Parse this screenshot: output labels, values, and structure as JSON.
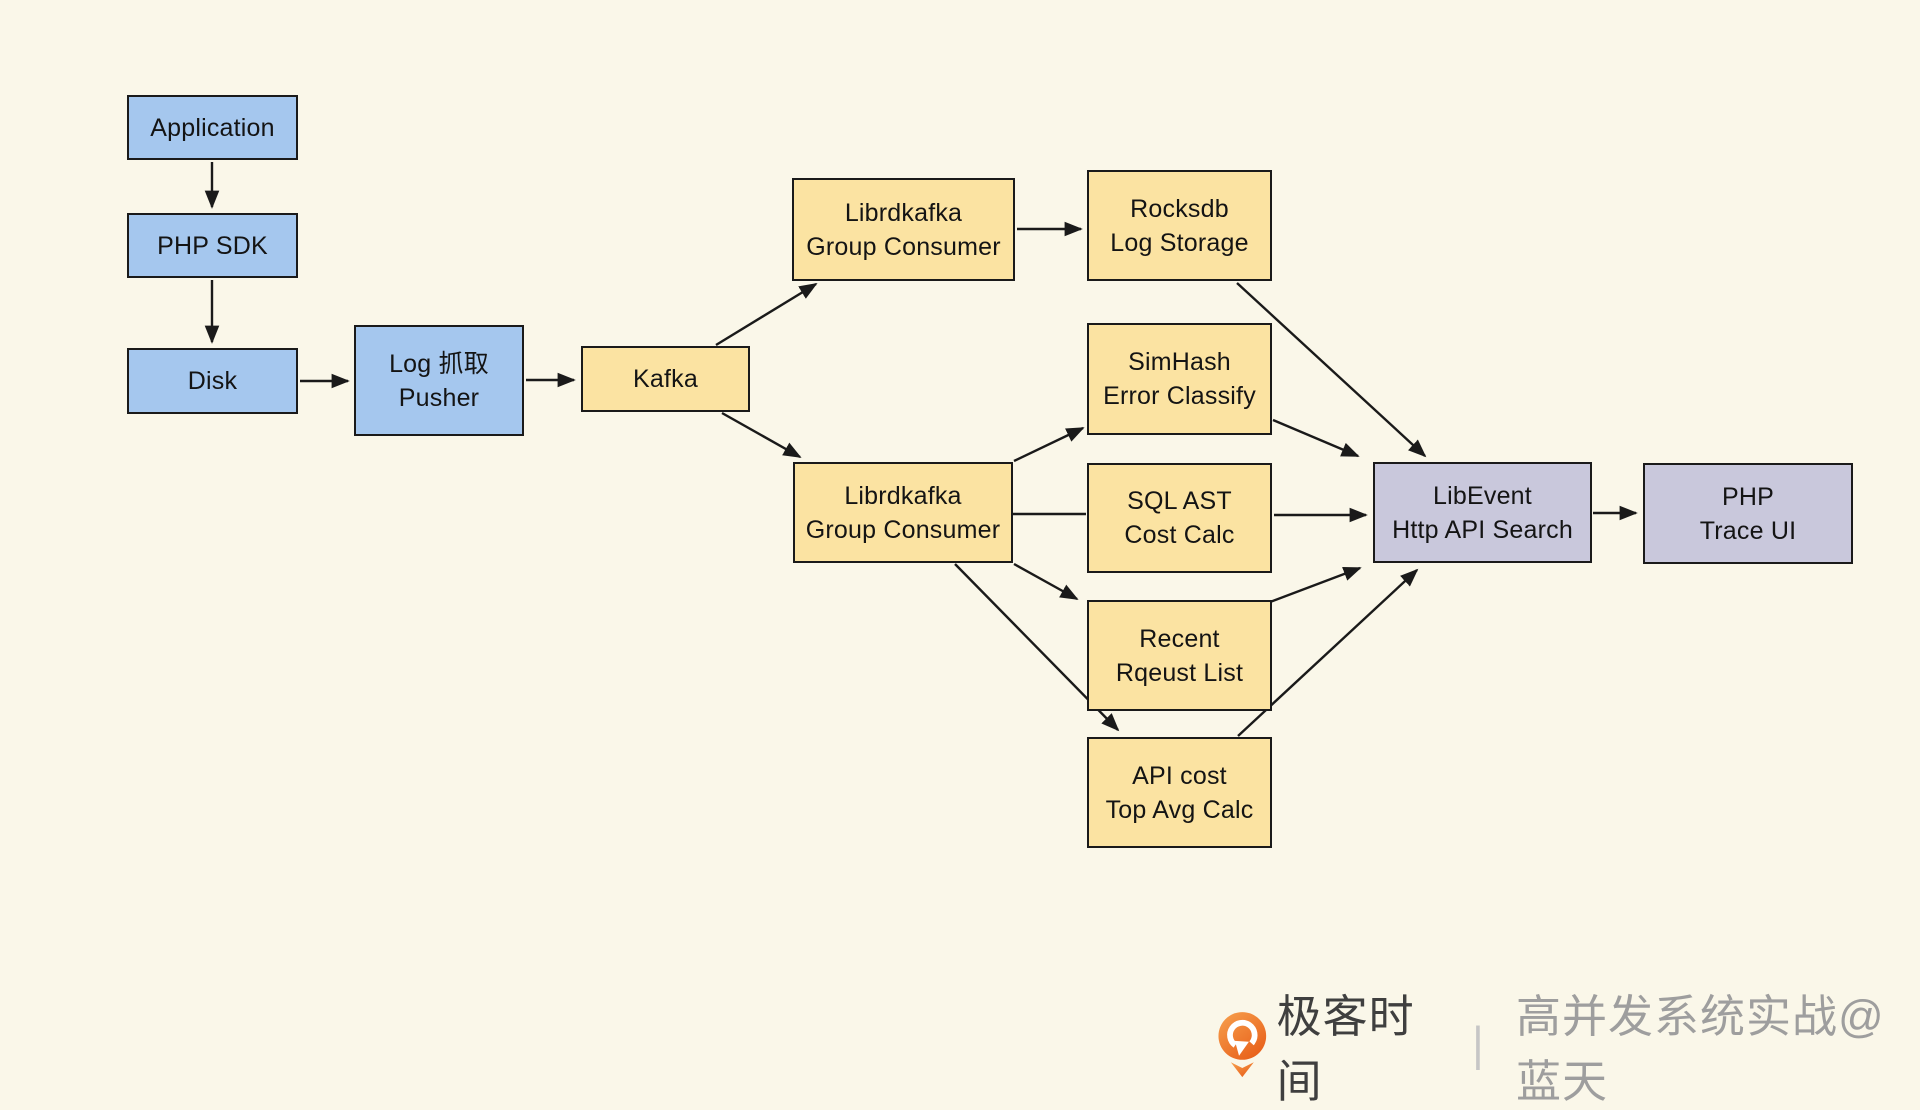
{
  "palette": {
    "bg": "#FAF7E9",
    "blue": "#A5C7EE",
    "yellow": "#FBE3A2",
    "purple": "#C9C8DC",
    "border": "#1A1A1A",
    "arrow": "#1A1A1A",
    "logo_orange_light": "#F7A14E",
    "logo_orange_dark": "#E8601A"
  },
  "nodes": [
    {
      "id": "application",
      "label": "Application",
      "color": "blue"
    },
    {
      "id": "php-sdk",
      "label": "PHP SDK",
      "color": "blue"
    },
    {
      "id": "disk",
      "label": "Disk",
      "color": "blue"
    },
    {
      "id": "log-pusher",
      "label": "Log 抓取\nPusher",
      "color": "blue"
    },
    {
      "id": "kafka",
      "label": "Kafka",
      "color": "yellow"
    },
    {
      "id": "librdkafka-consumer-1",
      "label": "Librdkafka\nGroup Consumer",
      "color": "yellow"
    },
    {
      "id": "rocksdb",
      "label": "Rocksdb\nLog Storage",
      "color": "yellow"
    },
    {
      "id": "simhash",
      "label": "SimHash\nError Classify",
      "color": "yellow"
    },
    {
      "id": "librdkafka-consumer-2",
      "label": "Librdkafka\nGroup Consumer",
      "color": "yellow"
    },
    {
      "id": "sql-ast",
      "label": "SQL AST\nCost Calc",
      "color": "yellow"
    },
    {
      "id": "recent-request",
      "label": "Recent\nRqeust List",
      "color": "yellow"
    },
    {
      "id": "api-cost",
      "label": "API cost\nTop Avg Calc",
      "color": "yellow"
    },
    {
      "id": "libevent",
      "label": "LibEvent\nHttp API Search",
      "color": "purple"
    },
    {
      "id": "php-trace",
      "label": "PHP\nTrace UI",
      "color": "purple"
    }
  ],
  "edges": [
    {
      "from": "application",
      "to": "php-sdk",
      "head": true
    },
    {
      "from": "php-sdk",
      "to": "disk",
      "head": true
    },
    {
      "from": "disk",
      "to": "log-pusher",
      "head": true
    },
    {
      "from": "log-pusher",
      "to": "kafka",
      "head": true
    },
    {
      "from": "kafka",
      "to": "librdkafka-consumer-1",
      "head": true
    },
    {
      "from": "kafka",
      "to": "librdkafka-consumer-2",
      "head": true
    },
    {
      "from": "librdkafka-consumer-1",
      "to": "rocksdb",
      "head": true
    },
    {
      "from": "rocksdb",
      "to": "libevent",
      "head": true
    },
    {
      "from": "librdkafka-consumer-2",
      "to": "simhash",
      "head": true
    },
    {
      "from": "librdkafka-consumer-2",
      "to": "sql-ast",
      "head": false
    },
    {
      "from": "librdkafka-consumer-2",
      "to": "recent-request",
      "head": true
    },
    {
      "from": "librdkafka-consumer-2",
      "to": "api-cost",
      "head": true
    },
    {
      "from": "simhash",
      "to": "libevent",
      "head": true
    },
    {
      "from": "sql-ast",
      "to": "libevent",
      "head": true
    },
    {
      "from": "recent-request",
      "to": "libevent",
      "head": true
    },
    {
      "from": "api-cost",
      "to": "libevent",
      "head": true
    },
    {
      "from": "libevent",
      "to": "php-trace",
      "head": true
    }
  ],
  "watermark": {
    "brand": "极客时间",
    "separator": "丨",
    "credit": "高并发系统实战@蓝天"
  }
}
